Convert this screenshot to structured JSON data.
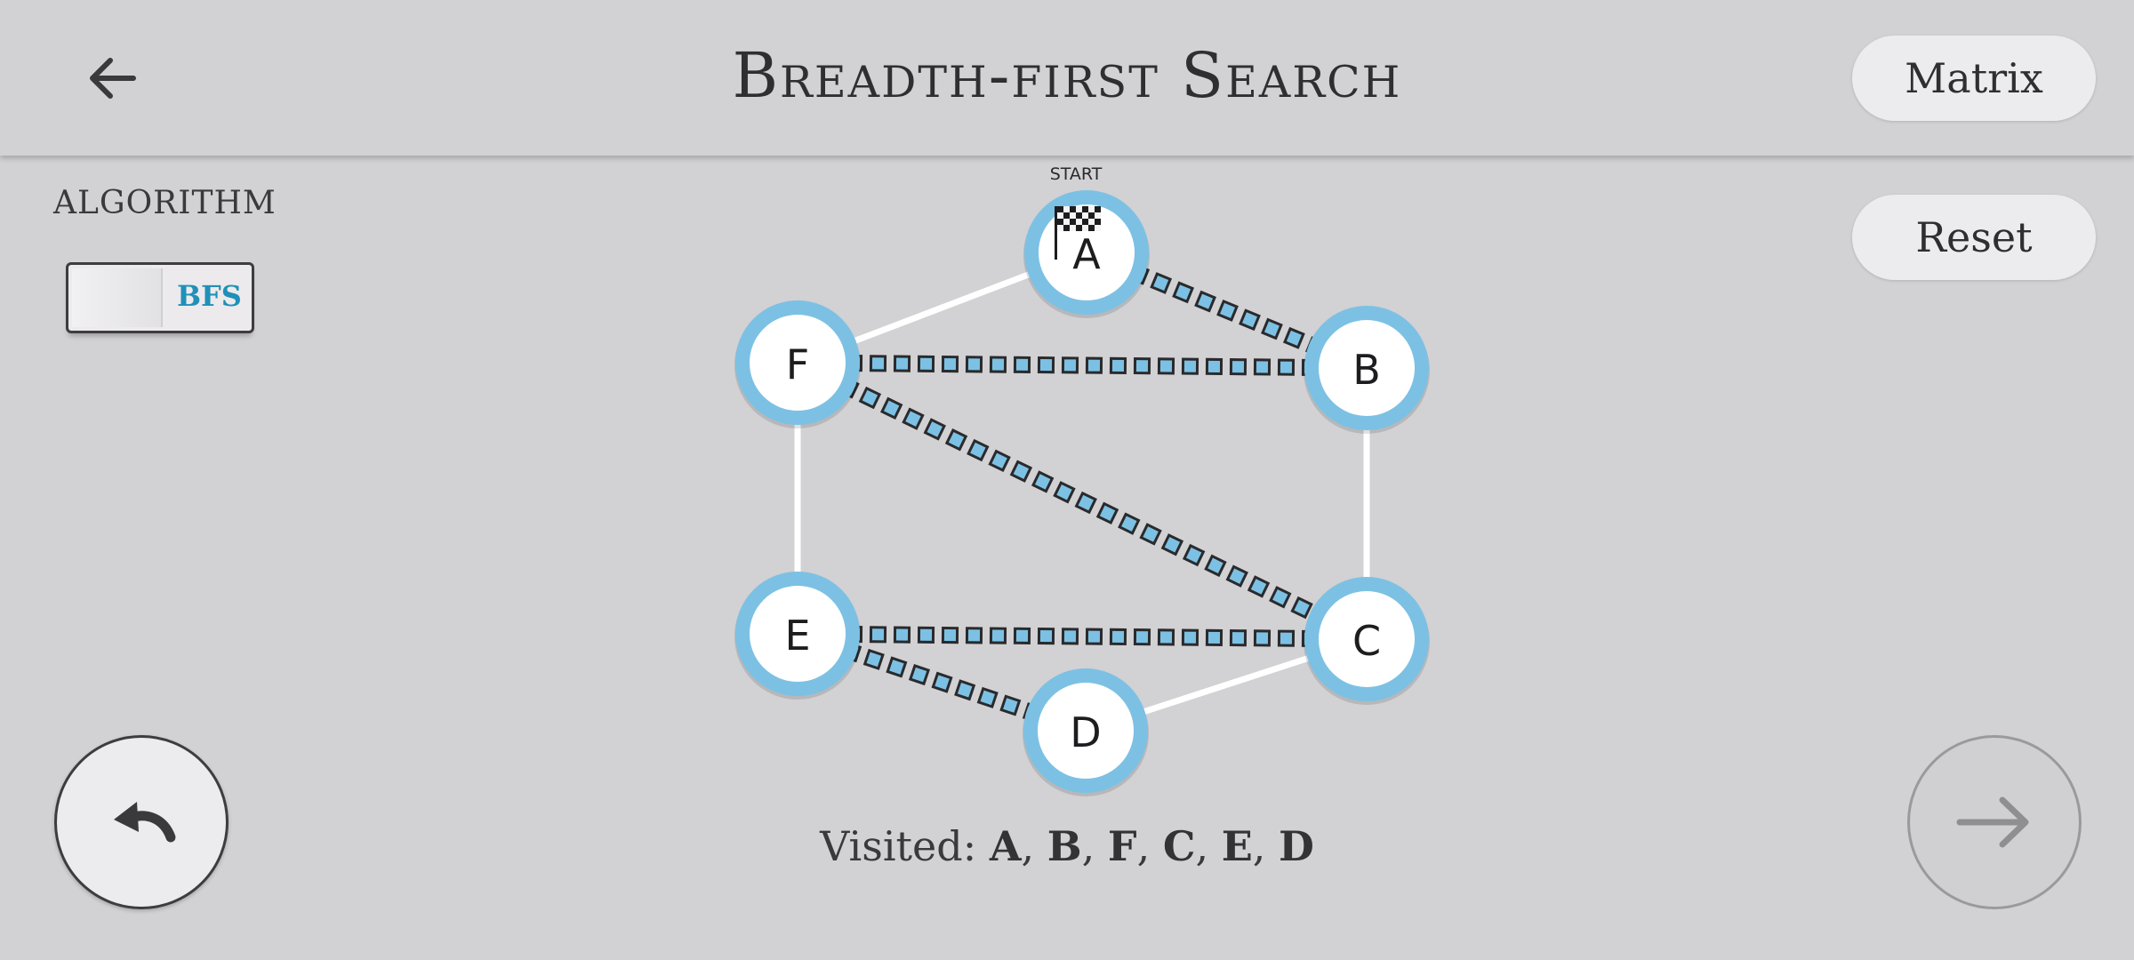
{
  "header": {
    "title": "Breadth-first Search",
    "matrix_label": "Matrix"
  },
  "controls": {
    "reset_label": "Reset",
    "algorithm_label": "ALGORITHM",
    "algorithm_value": "BFS"
  },
  "graph": {
    "start_label": "START",
    "nodes": [
      {
        "id": "A",
        "label": "A"
      },
      {
        "id": "B",
        "label": "B"
      },
      {
        "id": "C",
        "label": "C"
      },
      {
        "id": "D",
        "label": "D"
      },
      {
        "id": "E",
        "label": "E"
      },
      {
        "id": "F",
        "label": "F"
      }
    ],
    "edges": [
      {
        "from": "A",
        "to": "B",
        "traversed": true
      },
      {
        "from": "A",
        "to": "F",
        "traversed": false
      },
      {
        "from": "F",
        "to": "B",
        "traversed": true
      },
      {
        "from": "F",
        "to": "C",
        "traversed": true
      },
      {
        "from": "F",
        "to": "E",
        "traversed": false
      },
      {
        "from": "B",
        "to": "C",
        "traversed": false
      },
      {
        "from": "E",
        "to": "C",
        "traversed": true
      },
      {
        "from": "E",
        "to": "D",
        "traversed": true
      },
      {
        "from": "D",
        "to": "C",
        "traversed": false
      }
    ]
  },
  "visited": {
    "prefix": "Visited:",
    "items": [
      "A",
      "B",
      "F",
      "C",
      "E",
      "D"
    ]
  },
  "icons": {
    "back": "arrow-left-icon",
    "start_flag": "checkered-flag-icon",
    "undo": "undo-icon",
    "next": "arrow-right-icon"
  },
  "colors": {
    "background": "#d2d1d3",
    "node_ring": "#7cc1e4",
    "traversed_edge": "#7cc1e4",
    "edge": "#ffffff",
    "accent": "#2090b8"
  }
}
